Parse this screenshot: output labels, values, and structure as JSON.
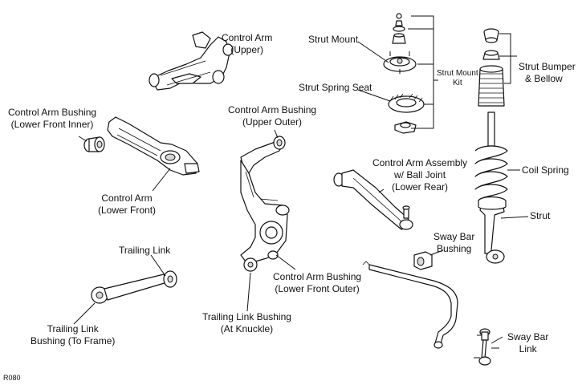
{
  "labels": {
    "control_arm_upper": [
      "Control Arm",
      "(Upper)"
    ],
    "strut_mount": "Strut Mount",
    "strut_mount_kit": [
      "Strut Mount",
      "Kit"
    ],
    "strut_spring_seat": "Strut Spring Seat",
    "strut_bumper_bellow": [
      "Strut Bumper",
      "& Bellow"
    ],
    "control_arm_bushing_lower_front_inner": [
      "Control Arm Bushing",
      "(Lower Front Inner)"
    ],
    "control_arm_bushing_upper_outer": [
      "Control Arm Bushing",
      "(Upper Outer)"
    ],
    "control_arm_lower_front": [
      "Control Arm",
      "(Lower Front)"
    ],
    "control_arm_assembly_lower_rear": [
      "Control Arm Assembly",
      "w/ Ball Joint",
      "(Lower Rear)"
    ],
    "coil_spring": "Coil Spring",
    "strut": "Strut",
    "sway_bar_bushing": [
      "Sway Bar",
      "Bushing"
    ],
    "trailing_link": "Trailing Link",
    "control_arm_bushing_lower_front_outer": [
      "Control Arm Bushing",
      "(Lower Front Outer)"
    ],
    "trailing_link_bushing_frame": [
      "Trailing Link",
      "Bushing (To Frame)"
    ],
    "trailing_link_bushing_knuckle": [
      "Trailing Link Bushing",
      "(At Knuckle)"
    ],
    "sway_bar_link": [
      "Sway Bar",
      "Link"
    ]
  },
  "figure_code": "R080"
}
